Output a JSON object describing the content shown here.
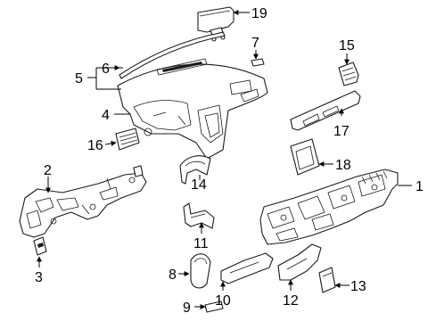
{
  "diagram": {
    "callouts": [
      {
        "id": "1",
        "text": "1"
      },
      {
        "id": "2",
        "text": "2"
      },
      {
        "id": "3",
        "text": "3"
      },
      {
        "id": "4",
        "text": "4"
      },
      {
        "id": "5",
        "text": "5"
      },
      {
        "id": "6",
        "text": "6"
      },
      {
        "id": "7",
        "text": "7"
      },
      {
        "id": "8",
        "text": "8"
      },
      {
        "id": "9",
        "text": "9"
      },
      {
        "id": "10",
        "text": "10"
      },
      {
        "id": "11",
        "text": "11"
      },
      {
        "id": "12",
        "text": "12"
      },
      {
        "id": "13",
        "text": "13"
      },
      {
        "id": "14",
        "text": "14"
      },
      {
        "id": "15",
        "text": "15"
      },
      {
        "id": "16",
        "text": "16"
      },
      {
        "id": "17",
        "text": "17"
      },
      {
        "id": "18",
        "text": "18"
      },
      {
        "id": "19",
        "text": "19"
      }
    ]
  }
}
